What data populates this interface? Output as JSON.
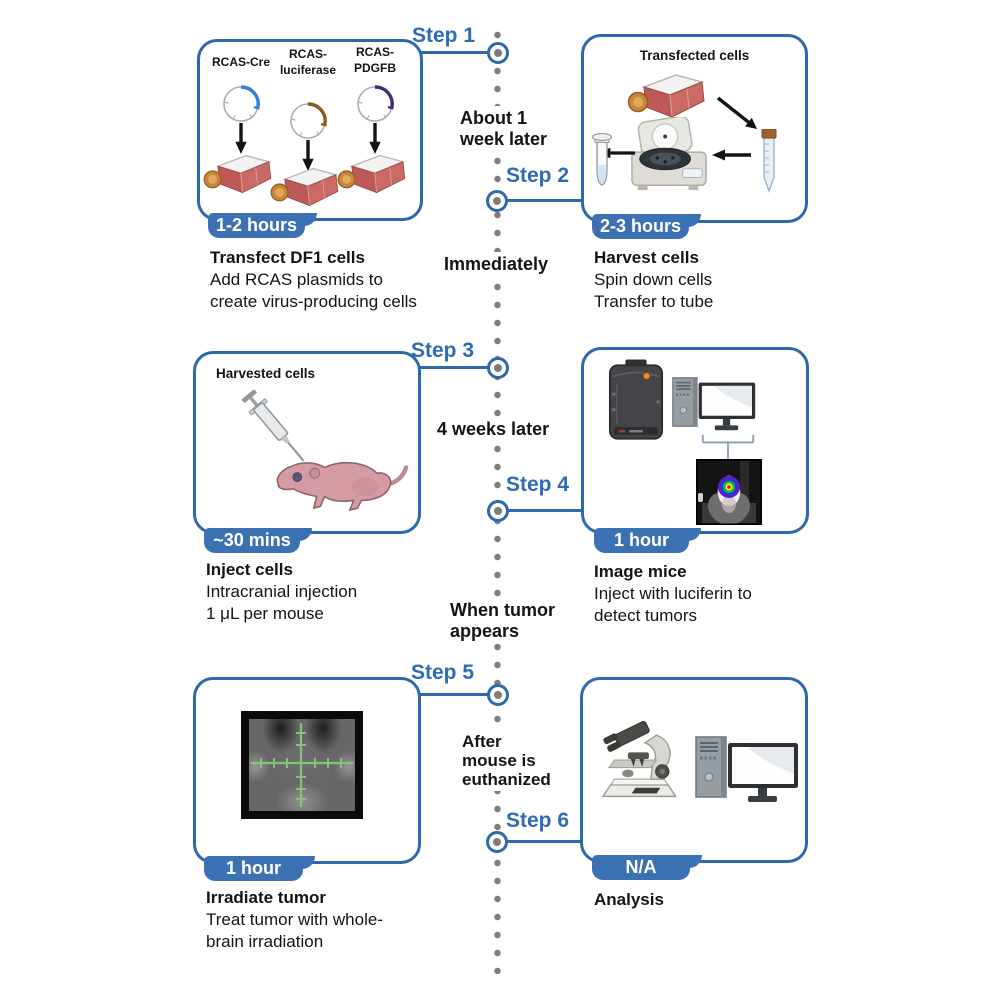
{
  "colors": {
    "accent_blue": "#2d6aad",
    "badge_blue": "#3c72b3",
    "timeline_dot_gray": "#7d7d7d",
    "plasmid_arc_cre": "#2f7fd6",
    "plasmid_arc_luciferase": "#8a5a28",
    "plasmid_arc_pdgfb": "#452a7a",
    "flask_media_red": "#c4615c",
    "crosshair_green": "#84c478",
    "bioluminescence_center": "#e01212"
  },
  "steps": [
    {
      "label": "Step 1"
    },
    {
      "label": "Step 2"
    },
    {
      "label": "Step 3"
    },
    {
      "label": "Step 4"
    },
    {
      "label": "Step 5"
    },
    {
      "label": "Step 6"
    }
  ],
  "annotations": {
    "between_1_2": [
      "About 1",
      "week later"
    ],
    "between_2_3": [
      "Immediately"
    ],
    "between_3_4": [
      "4 weeks later"
    ],
    "between_4_5": [
      "When tumor",
      "appears"
    ],
    "between_5_6": [
      "After",
      "mouse is",
      "euthanized"
    ]
  },
  "panels": [
    {
      "step": "Step 1",
      "duration_badge": "1-2 hours",
      "title": "Transfect DF1 cells",
      "description": [
        "Add RCAS plasmids to",
        "create virus-producing cells"
      ],
      "plasmid_labels": [
        [
          "RCAS-Cre"
        ],
        [
          "RCAS-",
          "luciferase"
        ],
        [
          "RCAS-",
          "PDGFB"
        ]
      ]
    },
    {
      "step": "Step 2",
      "duration_badge": "2-3 hours",
      "title": "Harvest cells",
      "description": [
        "Spin down cells",
        "Transfer to tube"
      ],
      "inner_label": "Transfected cells"
    },
    {
      "step": "Step 3",
      "duration_badge": "~30 mins",
      "title": "Inject cells",
      "description": [
        "Intracranial injection",
        "1 μL per mouse"
      ],
      "inner_label": "Harvested cells"
    },
    {
      "step": "Step 4",
      "duration_badge": "1 hour",
      "title": "Image mice",
      "description": [
        "Inject with luciferin to",
        "detect tumors"
      ]
    },
    {
      "step": "Step 5",
      "duration_badge": "1 hour",
      "title": "Irradiate tumor",
      "description": [
        "Treat tumor with whole-",
        "brain irradiation"
      ]
    },
    {
      "step": "Step 6",
      "duration_badge": "N/A",
      "title": "Analysis",
      "description": []
    }
  ]
}
